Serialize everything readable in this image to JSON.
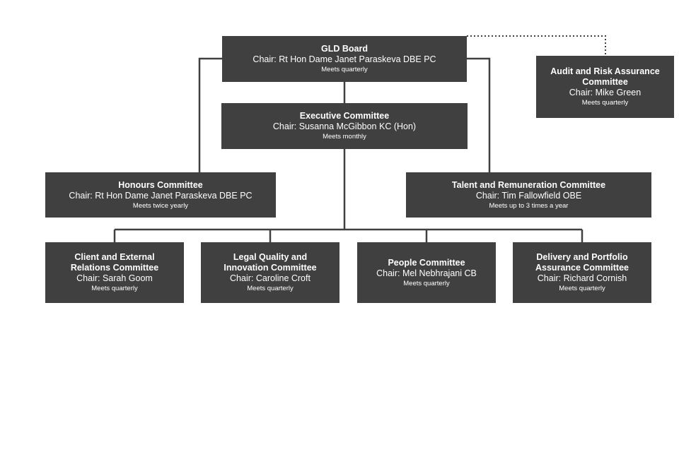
{
  "nodes": {
    "gld_board": {
      "name": "GLD Board",
      "chair": "Chair: Rt Hon Dame Janet Paraskeva DBE PC",
      "frequency": "Meets quarterly"
    },
    "audit_risk": {
      "name": "Audit and Risk Assurance Committee",
      "chair": "Chair: Mike Green",
      "frequency": "Meets quarterly"
    },
    "executive": {
      "name": "Executive Committee",
      "chair": "Chair: Susanna McGibbon KC (Hon)",
      "frequency": "Meets monthly"
    },
    "honours": {
      "name": "Honours Committee",
      "chair": "Chair: Rt Hon Dame Janet Paraskeva DBE PC",
      "frequency": "Meets twice yearly"
    },
    "talent": {
      "name": "Talent and Remuneration Committee",
      "chair": "Chair: Tim Fallowfield OBE",
      "frequency": "Meets up to 3 times a year"
    },
    "client_external": {
      "name": "Client and External Relations Committee",
      "chair": "Chair: Sarah Goom",
      "frequency": "Meets quarterly"
    },
    "legal_quality": {
      "name": "Legal Quality and Innovation Committee",
      "chair": "Chair: Caroline Croft",
      "frequency": "Meets quarterly"
    },
    "people": {
      "name": "People Committee",
      "chair": "Chair: Mel Nebhrajani CB",
      "frequency": "Meets quarterly"
    },
    "delivery": {
      "name": "Delivery and Portfolio Assurance Committee",
      "chair": "Chair: Richard Cornish",
      "frequency": "Meets quarterly"
    }
  }
}
